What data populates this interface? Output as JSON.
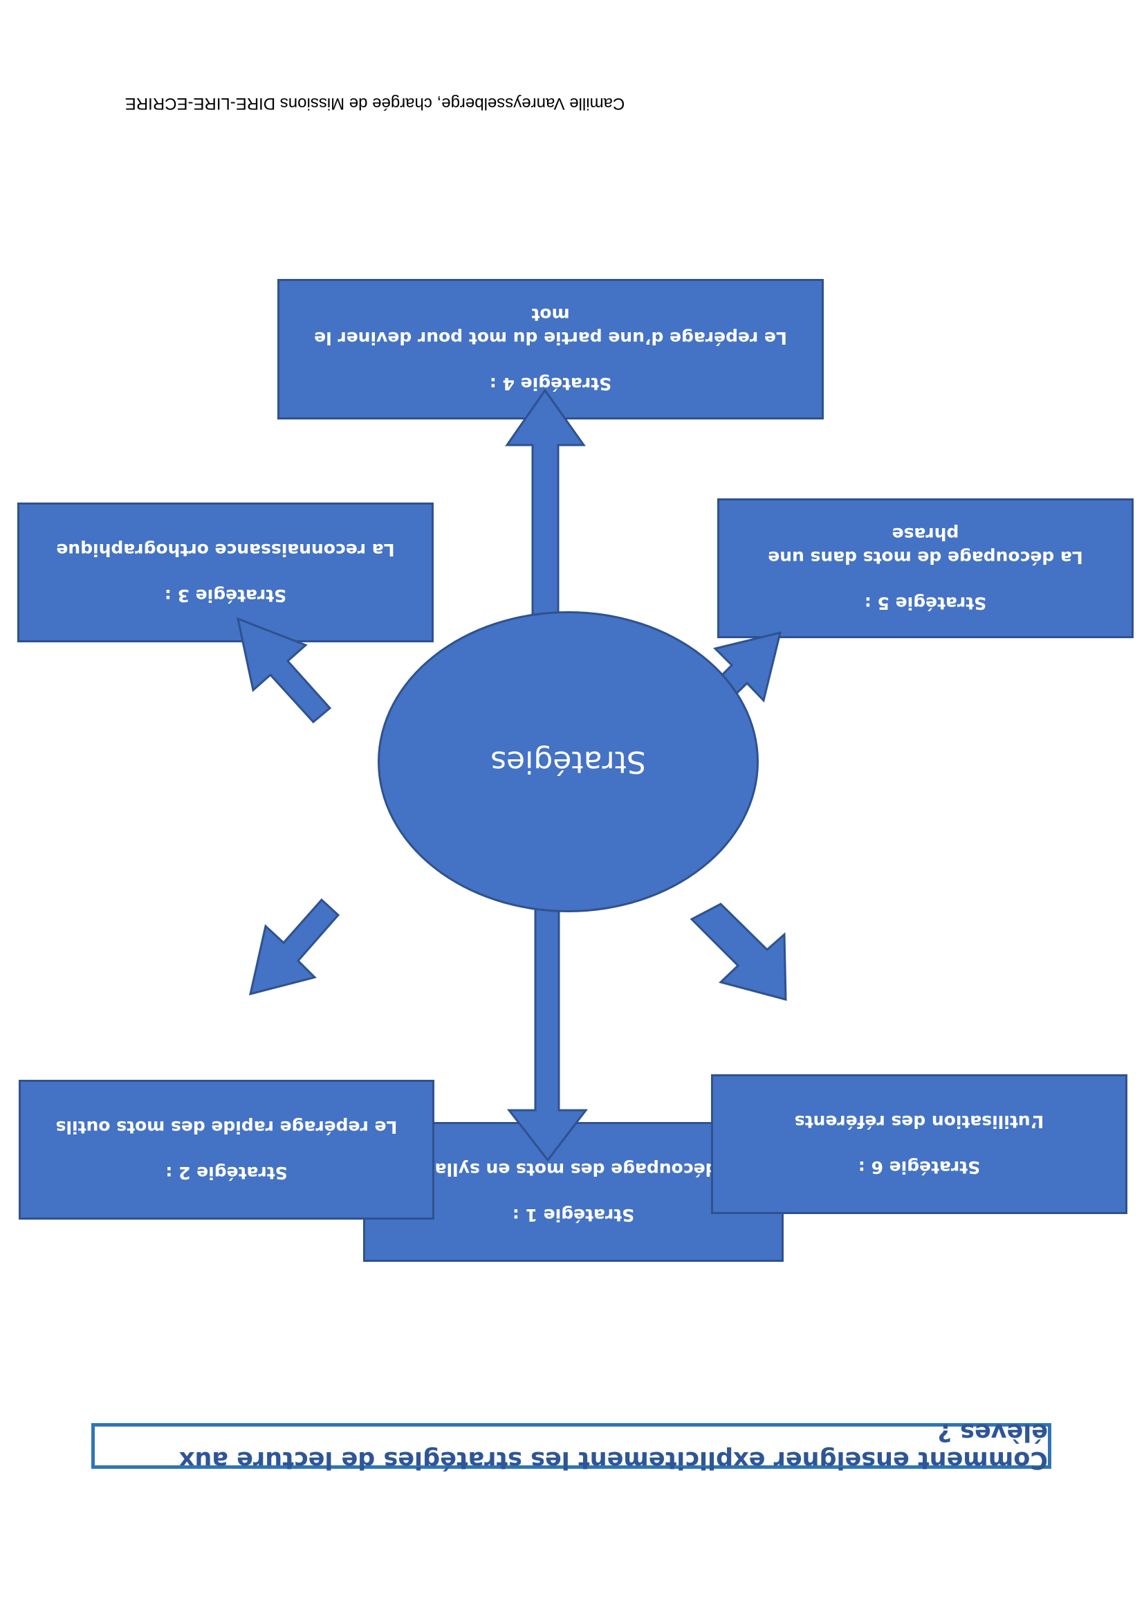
{
  "title": "Comment enseigner explicitement les stratégies de lecture aux élèves ?",
  "author": "Camille Vanreysselberge, chargée de Missions DIRE-LIRE-ECRIRE",
  "hub_label": "Stratégies",
  "strategies": [
    {
      "title": "Stratégie 1 :",
      "text": "Le découpage des mots en syllabes"
    },
    {
      "title": "Stratégie 2 :",
      "text": "Le repérage rapide des mots outils"
    },
    {
      "title": "Stratégie 3 :",
      "text": "La reconnaissance orthographique"
    },
    {
      "title": "Stratégie 4 :",
      "text": "Le repérage d’une partie du mot pour deviner le mot"
    },
    {
      "title": "Stratégie 5 :",
      "text": "La découpage de mots dans une phrase"
    },
    {
      "title": "Stratégie 6 :",
      "text": "L’utilisation des référents"
    }
  ],
  "colors": {
    "fill": "#4472c4",
    "border": "#2f528f",
    "title": "#2e5597",
    "title_border": "#2e75b6"
  }
}
